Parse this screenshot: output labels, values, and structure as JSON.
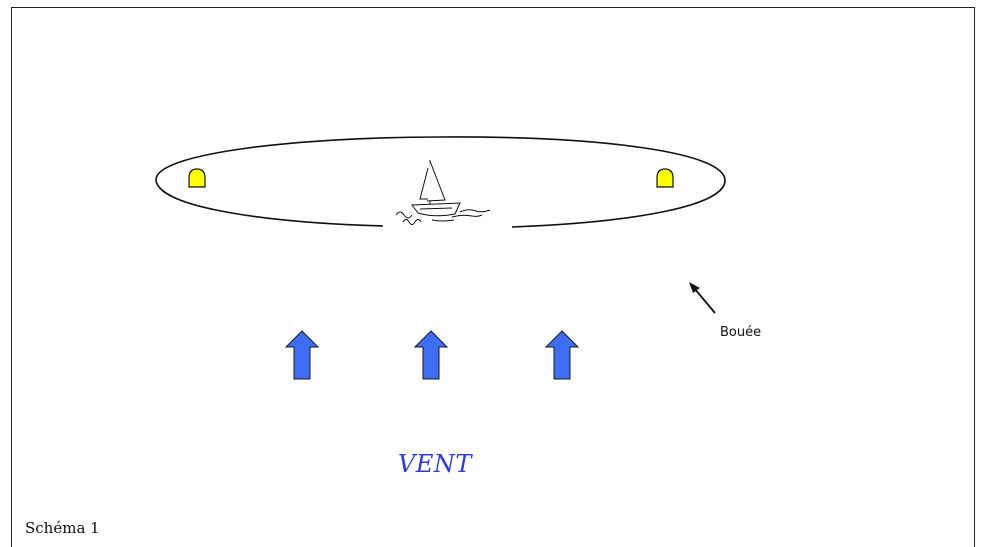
{
  "labels": {
    "buoy": "Bouée",
    "wind": "VENT",
    "caption": "Schéma 1"
  },
  "colors": {
    "buoy_fill": "#ffff00",
    "arrow_fill": "#3d6ef5",
    "wind_text": "#2b3be0"
  },
  "icons": {
    "boat": "sailboat-icon",
    "buoys": "buoy-icon",
    "wind": "wind-arrow-icon",
    "pointer": "pointer-arrow-icon"
  },
  "wind_arrow_count": 3,
  "buoy_count": 2
}
